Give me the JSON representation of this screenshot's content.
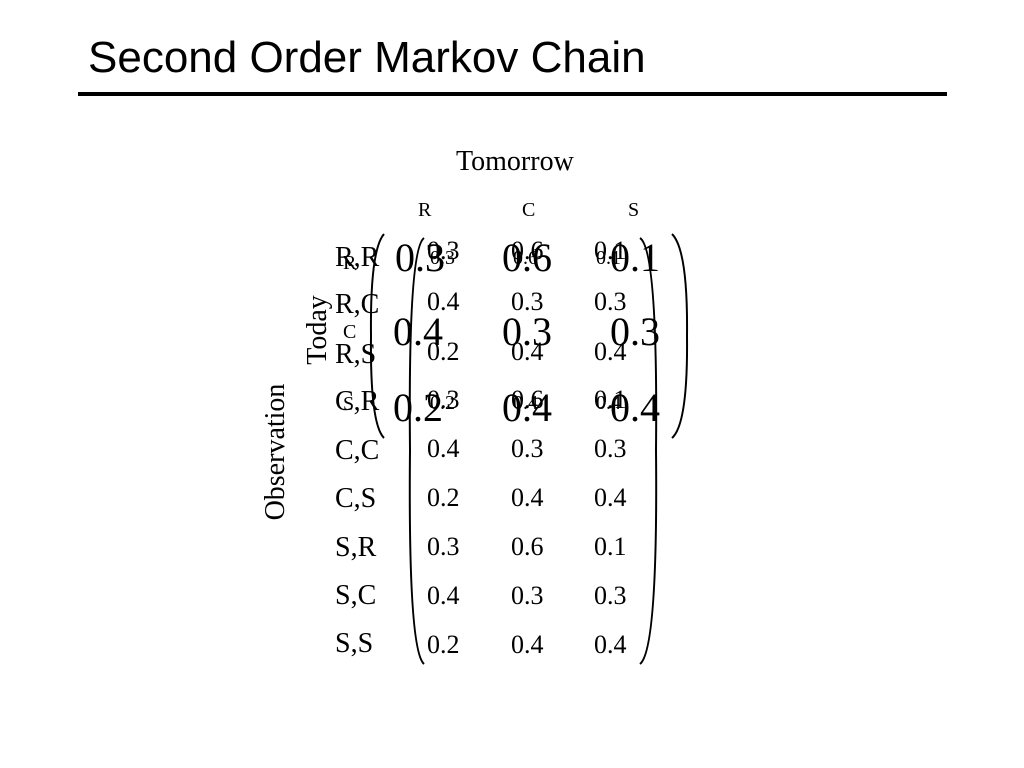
{
  "slide": {
    "title": "Second Order Markov Chain"
  },
  "labels": {
    "tomorrow": "Tomorrow",
    "today": "Today",
    "observation": "Observation"
  },
  "small_matrix": {
    "columns": [
      "R",
      "C",
      "S"
    ],
    "rows": [
      "R",
      "C",
      "S"
    ],
    "values": [
      [
        "0.3",
        "0.6",
        "0.1"
      ],
      [
        "0.4",
        "0.3",
        "0.3"
      ],
      [
        "0.2",
        "0.4",
        "0.4"
      ]
    ]
  },
  "overlay_matrix": {
    "values": [
      [
        "0.3",
        "0.6",
        "0.1"
      ],
      [
        "0.4",
        "0.3",
        "0.3"
      ],
      [
        "0.2",
        "0.4",
        "0.4"
      ]
    ]
  },
  "big_matrix": {
    "rows": [
      "R,R",
      "R,C",
      "R,S",
      "C,R",
      "C,C",
      "C,S",
      "S,R",
      "S,C",
      "S,S"
    ],
    "values": [
      [
        "0.3",
        "0.6",
        "0.1"
      ],
      [
        "0.4",
        "0.3",
        "0.3"
      ],
      [
        "0.2",
        "0.4",
        "0.4"
      ],
      [
        "0.3",
        "0.6",
        "0.1"
      ],
      [
        "0.4",
        "0.3",
        "0.3"
      ],
      [
        "0.2",
        "0.4",
        "0.4"
      ],
      [
        "0.3",
        "0.6",
        "0.1"
      ],
      [
        "0.4",
        "0.3",
        "0.3"
      ],
      [
        "0.2",
        "0.4",
        "0.4"
      ]
    ]
  }
}
